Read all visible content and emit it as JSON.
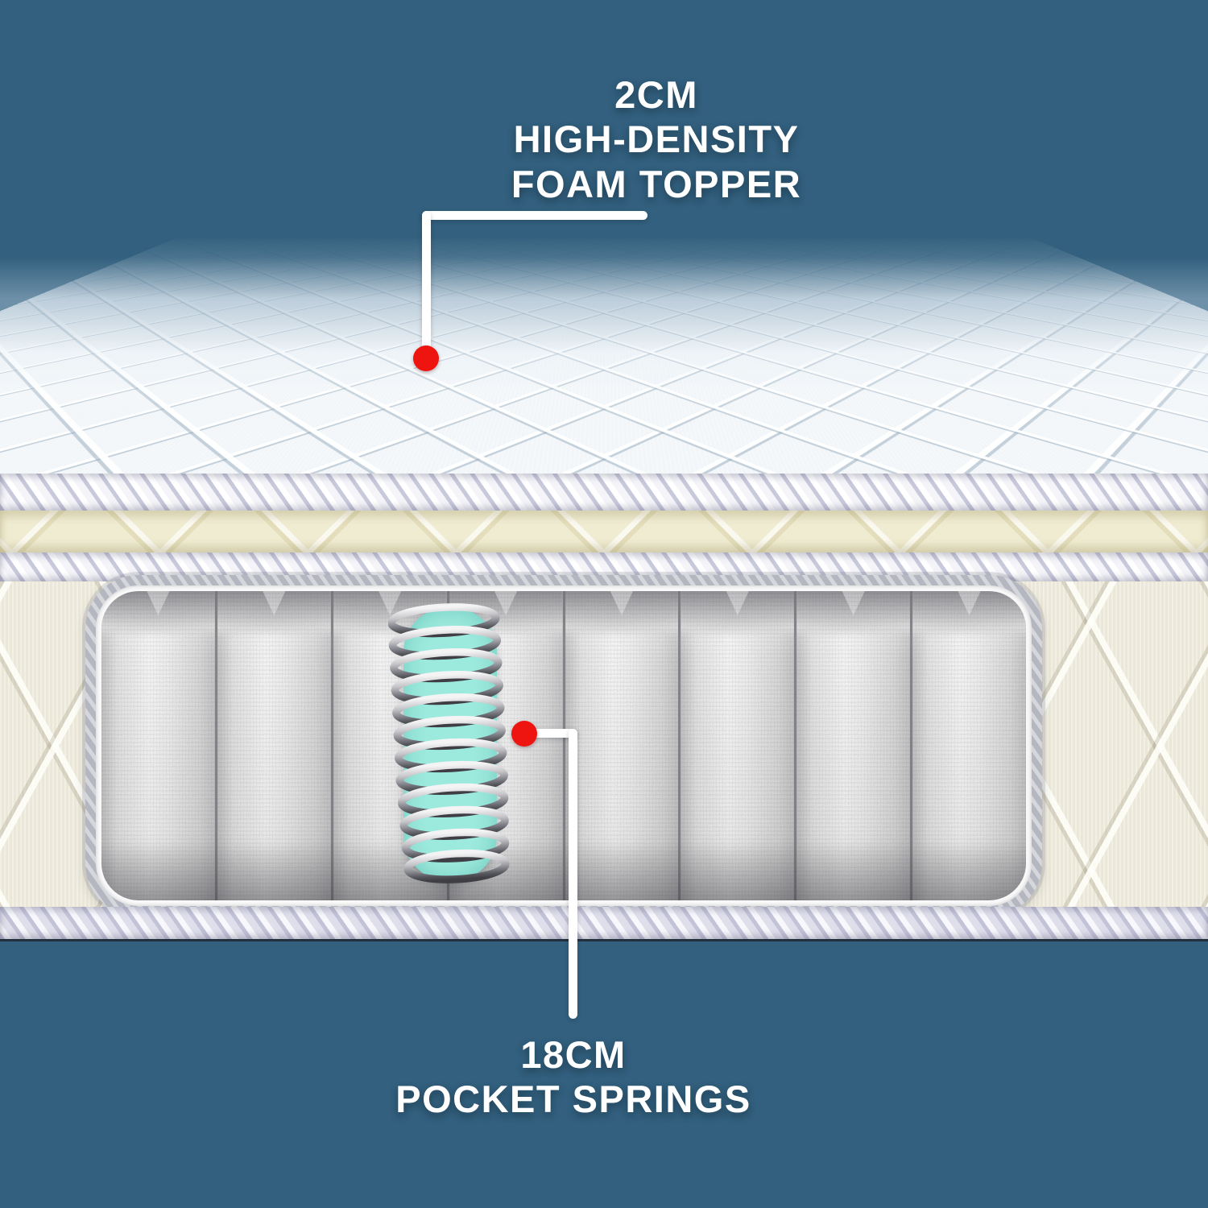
{
  "labels": {
    "foam_topper": {
      "line1": "2CM",
      "line2": "HIGH-DENSITY",
      "line3": "FOAM TOPPER"
    },
    "pocket_springs": {
      "line1": "18CM",
      "line2": "POCKET SPRINGS"
    }
  },
  "callouts": {
    "foam_topper_target": "quilted foam topper surface",
    "pocket_springs_target": "highlighted pocket spring"
  },
  "colors": {
    "bg": "#32607e",
    "label-text": "#ffffff",
    "marker": "#ee1511",
    "leader": "#ffffff",
    "teal": "#9ce9dd",
    "top-fabric": "#f2f6f9",
    "cream-band": "#f0ecd2",
    "piping-base": "#f4f4f9",
    "piping-stripe": "#c9c9dc",
    "side-panel": "#ece8d9",
    "frame": "#b4b7c0",
    "pocket-fill": "#f2f2f2",
    "seam": "#46464e"
  },
  "structure": {
    "pocket_count": 8,
    "layers_top_to_bottom": [
      "quilted top fabric",
      "tape edge piping",
      "foam topper side band",
      "tape edge piping",
      "side panel with spring cut-away",
      "bottom tape edge piping"
    ]
  }
}
